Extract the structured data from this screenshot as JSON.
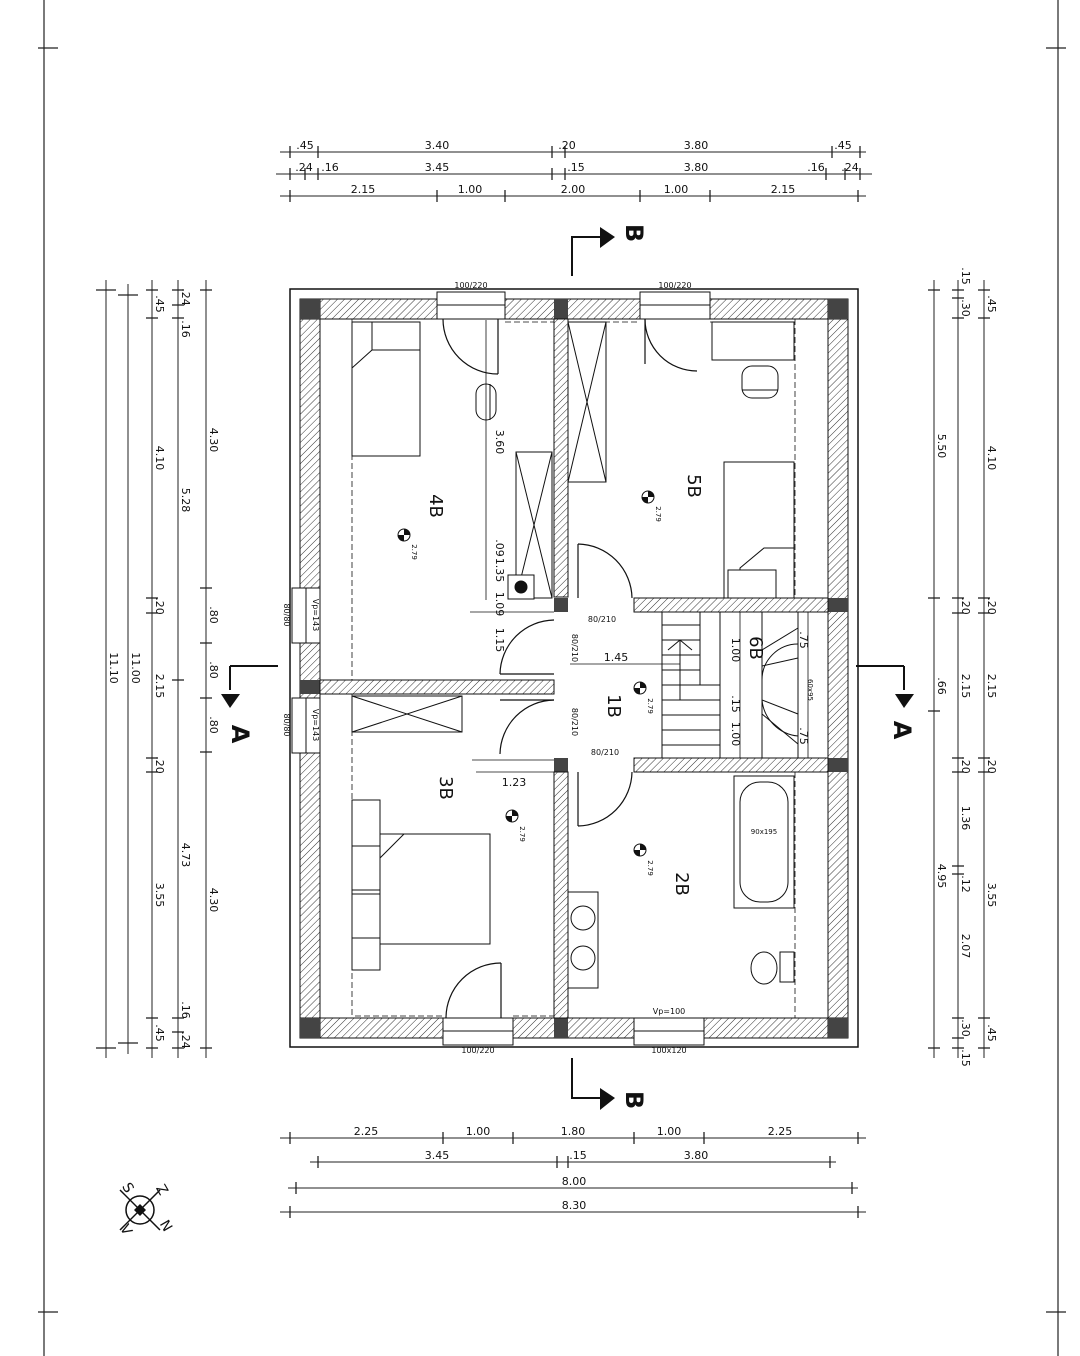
{
  "top_dims": {
    "row1": [
      ".45",
      "3.40",
      ".20",
      "3.80",
      ".45"
    ],
    "row2": [
      ".24",
      ".16",
      "3.45",
      ".15",
      "3.80",
      ".16",
      ".24"
    ],
    "row3": [
      "2.15",
      "1.00",
      "2.00",
      "1.00",
      "2.15"
    ]
  },
  "bottom_dims": {
    "row1": [
      "2.25",
      "1.00",
      "1.80",
      "1.00",
      "2.25"
    ],
    "row2": [
      "3.45",
      ".15",
      "3.80"
    ],
    "row3": [
      "8.00"
    ],
    "row4": [
      "8.30"
    ]
  },
  "left_dims": {
    "col_outer": [
      "11.10"
    ],
    "col2": [
      "11.00"
    ],
    "col3": [
      ".45",
      "4.10",
      ".20",
      "2.15",
      ".20",
      "3.55",
      ".45"
    ],
    "col4": [
      ".24",
      ".16",
      "5.28",
      "4.73",
      ".16",
      ".24"
    ],
    "col5": [
      "4.30",
      ".80",
      ".80",
      ".80",
      "4.30"
    ]
  },
  "right_dims": {
    "col1": [
      ".15",
      ".30",
      "5.50",
      ".20",
      ".66",
      ".20",
      "1.36",
      "4.95",
      ".12",
      "2.07",
      ".30",
      ".15"
    ],
    "col2": [
      ".45",
      "4.10",
      ".20",
      "2.15",
      ".20",
      "3.55",
      ".45"
    ]
  },
  "section_labels": {
    "a": "A",
    "b": "B"
  },
  "openings": {
    "window_top_left": "100/220",
    "window_top_right": "100/220",
    "window_bottom_left": "100/220",
    "window_bottom_right": "100x120",
    "vp_bottom": "Vp=100",
    "window_left_1": "80/80",
    "window_left_2": "80/80",
    "vp_left_1": "Vp=143",
    "vp_left_2": "Vp=143",
    "door_5b": "80/210",
    "door_4b": "80/210",
    "door_3b": "80/210",
    "door_2b": "80/210"
  },
  "rooms": {
    "r4b": "4B",
    "r5b": "5B",
    "r6b": "6B",
    "r1b": "1B",
    "r3b": "3B",
    "r2b": "2B"
  },
  "height_tag": "2.79",
  "interior_dims": {
    "d360": "3.60",
    "d090": ".09",
    "d035": "1.35",
    "d109": "1.09",
    "d115": "1.15",
    "d145": "1.45",
    "d123": "1.23",
    "d100a": "1.00",
    "d015": ".15",
    "d100b": "1.00",
    "d075a": ".75",
    "d075b": ".75",
    "d_stair": "60x95",
    "tub": "90x195"
  },
  "compass": {
    "n": "N",
    "s": "S",
    "v": "V",
    "z": "Z"
  }
}
